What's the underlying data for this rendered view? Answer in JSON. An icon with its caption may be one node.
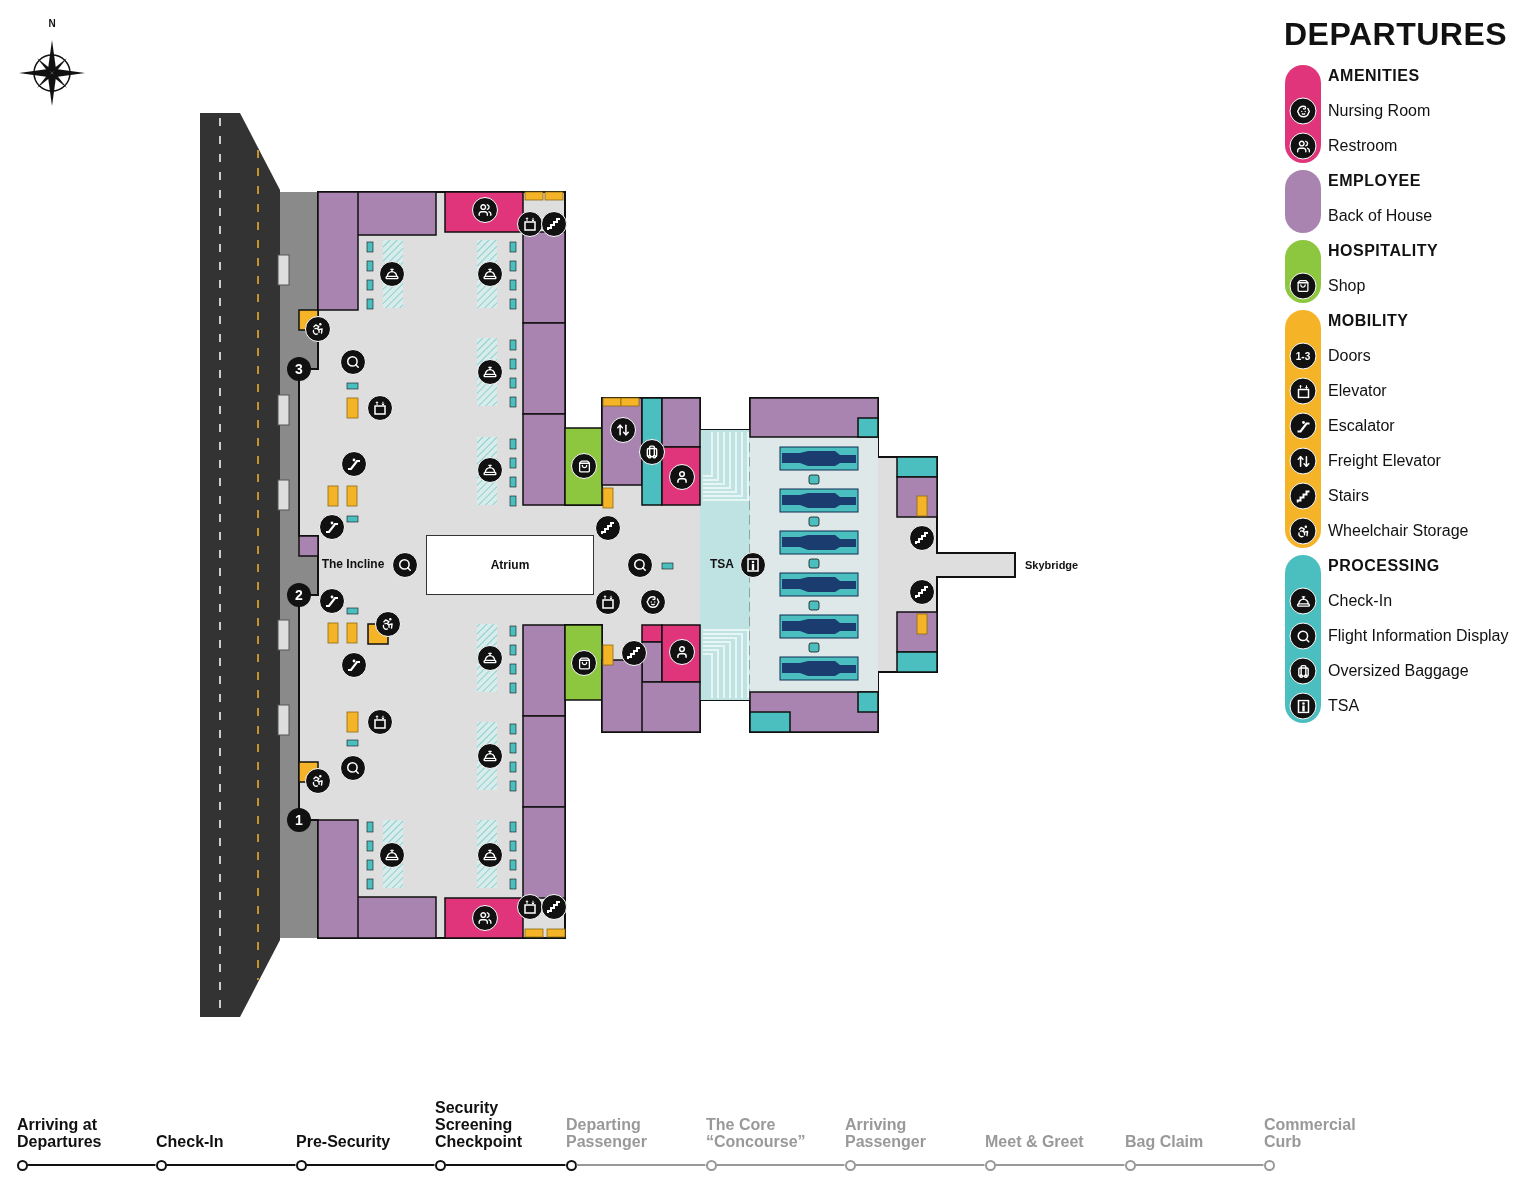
{
  "diagram": {
    "title": "DEPARTURES",
    "nodes": [
      {
        "text": [
          "Atrium"
        ]
      },
      {
        "text": [],
        "shape": "circle",
        "beside": [
          "Arriving at Departures"
        ]
      },
      {
        "text": [],
        "shape": "circle",
        "beside": [
          "Check-In"
        ]
      },
      {
        "text": [],
        "shape": "circle",
        "beside": [
          "Pre-Security"
        ]
      },
      {
        "text": [],
        "shape": "circle",
        "beside": [
          "Security Screening Checkpoint"
        ]
      },
      {
        "text": [],
        "shape": "circle",
        "beside": [
          "Departing Passenger"
        ]
      },
      {
        "text": [],
        "shape": "circle",
        "beside": [
          "The Core “Concourse”"
        ]
      },
      {
        "text": [],
        "shape": "circle",
        "beside": [
          "Arriving Passenger"
        ]
      },
      {
        "text": [],
        "shape": "circle",
        "beside": [
          "Meet & Greet"
        ]
      },
      {
        "text": [],
        "shape": "circle",
        "beside": [
          "Bag Claim"
        ]
      },
      {
        "text": [],
        "shape": "circle",
        "beside": [
          "Commercial Curb"
        ]
      }
    ],
    "edges": [
      {
        "from": 1,
        "to": 2,
        "arrow": "none",
        "color": "#111111"
      },
      {
        "from": 2,
        "to": 3,
        "arrow": "none",
        "color": "#111111"
      },
      {
        "from": 3,
        "to": 4,
        "arrow": "none",
        "color": "#111111"
      },
      {
        "from": 4,
        "to": 5,
        "arrow": "none",
        "color": "#111111"
      },
      {
        "from": 5,
        "to": 6,
        "arrow": "none"
      },
      {
        "from": 6,
        "to": 7,
        "arrow": "none"
      },
      {
        "from": 7,
        "to": 8,
        "arrow": "none"
      },
      {
        "from": 8,
        "to": 9,
        "arrow": "none"
      },
      {
        "from": 9,
        "to": 10,
        "arrow": "none"
      }
    ],
    "labels": [
      "N",
      "3",
      "The Incline",
      "2",
      "1",
      "TSA",
      "Skybridge",
      "1-3"
    ],
    "legend": [
      {
        "text": "AMENITIES",
        "color": "#e0357a"
      },
      {
        "text": "Nursing Room"
      },
      {
        "text": "Restroom"
      },
      {
        "text": "EMPLOYEE",
        "color": "#a984b0"
      },
      {
        "text": "Back of House"
      },
      {
        "text": "HOSPITALITY",
        "color": "#8dc63f"
      },
      {
        "text": "Shop"
      },
      {
        "text": "MOBILITY",
        "color": "#f5b428"
      },
      {
        "text": "Doors"
      },
      {
        "text": "Elevator"
      },
      {
        "text": "Escalator"
      },
      {
        "text": "Freight Elevator"
      },
      {
        "text": "Stairs"
      },
      {
        "text": "Wheelchair Storage"
      },
      {
        "text": "PROCESSING",
        "color": "#4bbfbf"
      },
      {
        "text": "Check-In"
      },
      {
        "text": "Flight Information Display"
      },
      {
        "text": "Oversized Baggage"
      },
      {
        "text": "TSA"
      }
    ]
  }
}
